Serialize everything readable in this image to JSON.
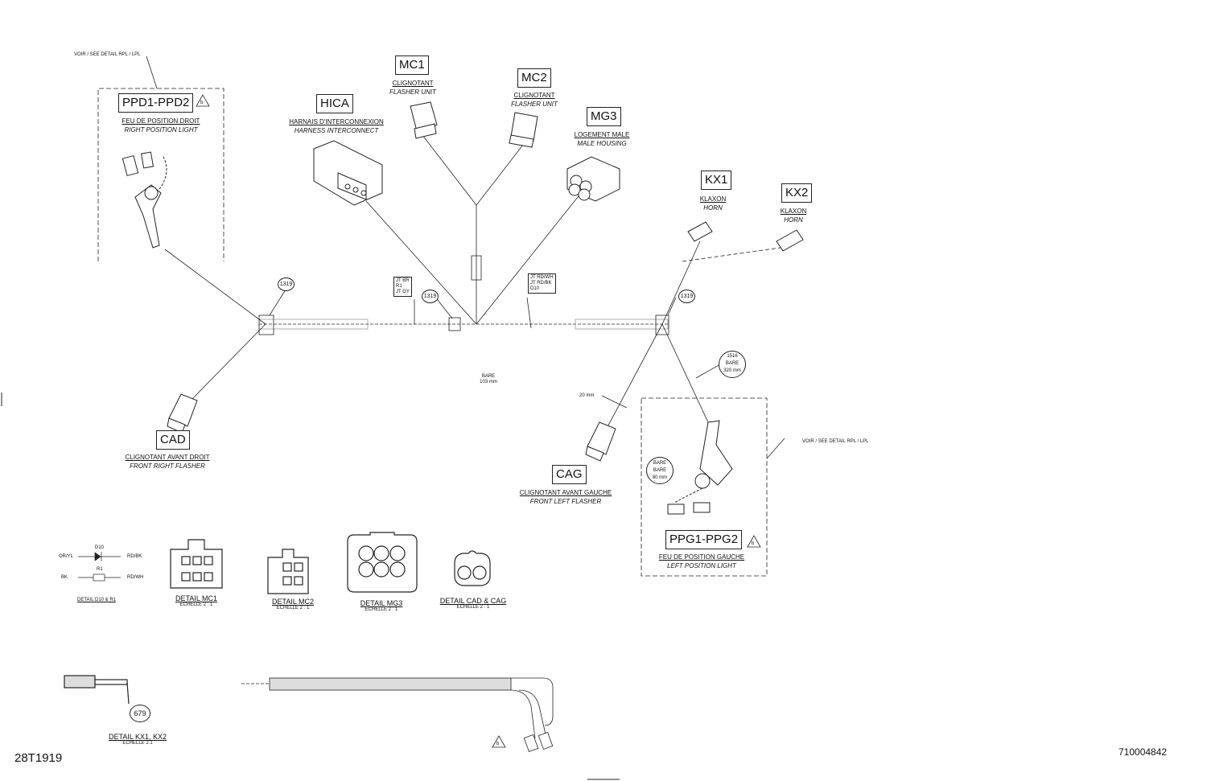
{
  "connectors": {
    "ppd": {
      "code": "PPD1-PPD2",
      "fr": "FEU DE POSITION DROIT",
      "en": "RIGHT POSITION LIGHT",
      "rev": "b"
    },
    "hica": {
      "code": "HICA",
      "fr": "HARNAIS D'INTERCONNEXION",
      "en": "HARNESS INTERCONNECT"
    },
    "mc1": {
      "code": "MC1",
      "fr": "CLIGNOTANT",
      "en": "FLASHER UNIT"
    },
    "mc2": {
      "code": "MC2",
      "fr": "CLIGNOTANT",
      "en": "FLASHER UNIT"
    },
    "mg3": {
      "code": "MG3",
      "fr": "LOGEMENT MALE",
      "en": "MALE HOUSING"
    },
    "kx1": {
      "code": "KX1",
      "fr": "KLAXON",
      "en": "HORN"
    },
    "kx2": {
      "code": "KX2",
      "fr": "KLAXON",
      "en": "HORN"
    },
    "cad": {
      "code": "CAD",
      "fr": "CLIGNOTANT AVANT DROIT",
      "en": "FRONT RIGHT FLASHER"
    },
    "cag": {
      "code": "CAG",
      "fr": "CLIGNOTANT AVANT GAUCHE",
      "en": "FRONT LEFT FLASHER"
    },
    "ppg": {
      "code": "PPG1-PPG2",
      "fr": "FEU DE POSITION GAUCHE",
      "en": "LEFT POSITION LIGHT",
      "rev": "b"
    }
  },
  "notes": {
    "see_detail_top": "VOIR / SEE DETAIL RPL / LPL",
    "see_detail_right": "VOIR / SEE DETAIL RPL / LPL",
    "bare_103": [
      "BARE",
      "103 mm"
    ],
    "bare_320": [
      "1516",
      "BARE",
      "320 mm"
    ],
    "bare_80": [
      "BARE",
      "BARE",
      "80 mm"
    ],
    "len_20": "20 mm",
    "splice1": [
      "JT BR",
      "R1",
      "JT GY"
    ],
    "splice2": [
      "JT RD/WH",
      "JT RD/BK",
      "D10"
    ],
    "bubble_1319": "1319",
    "bubble_679": "679",
    "rev_bottom": "b"
  },
  "schematic": {
    "d10": "D10",
    "r1": "R1",
    "w1l": "OR/YL",
    "w1r": "RD/BK",
    "w2l": "BK",
    "w2r": "RD/WH",
    "title": "DETAIL D10 & R1"
  },
  "details": {
    "mc1": {
      "title": "DETAIL MC1",
      "scale": "ECHELLE 2 : 1"
    },
    "mc2": {
      "title": "DETAIL MC2",
      "scale": "ECHELLE 2 : 1"
    },
    "mg3": {
      "title": "DETAIL MG3",
      "scale": "ECHELLE 2 : 1"
    },
    "cad_cag": {
      "title": "DETAIL CAD & CAG",
      "scale": "ECHELLE 2 : 1"
    },
    "kx": {
      "title": "DETAIL KX1, KX2",
      "scale": "ECHELLE 2:1"
    }
  },
  "footer": {
    "left": "28T1919",
    "right": "710004842"
  }
}
